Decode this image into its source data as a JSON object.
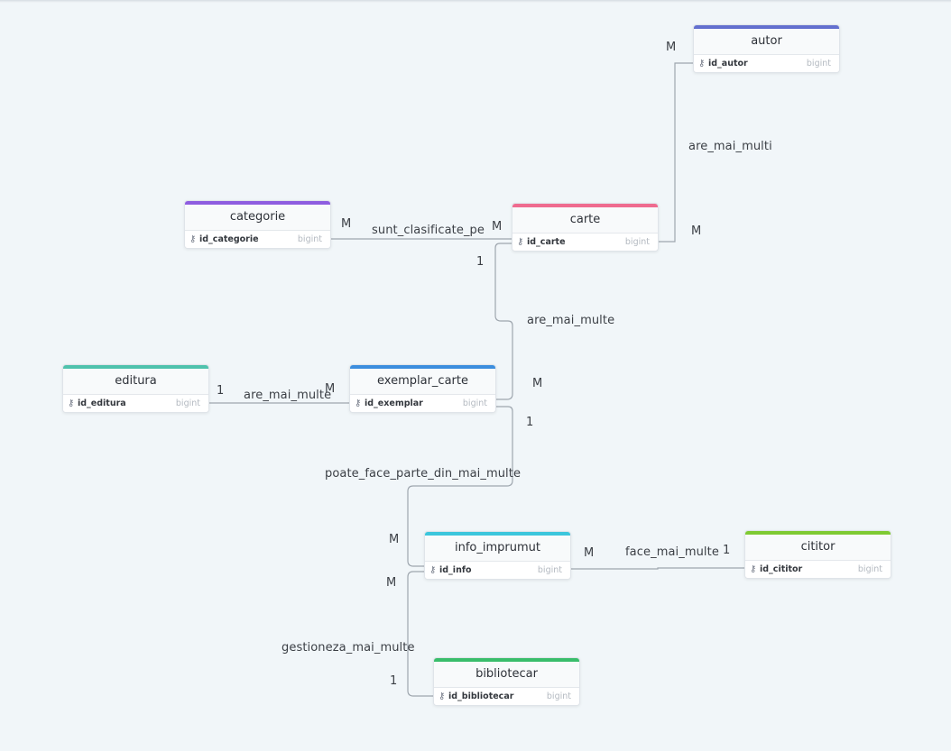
{
  "tables": {
    "autor": {
      "name": "autor",
      "color": "#6370cf",
      "field": "id_autor",
      "type": "bigint"
    },
    "categorie": {
      "name": "categorie",
      "color": "#8e5de0",
      "field": "id_categorie",
      "type": "bigint"
    },
    "carte": {
      "name": "carte",
      "color": "#ef6b8f",
      "field": "id_carte",
      "type": "bigint"
    },
    "editura": {
      "name": "editura",
      "color": "#4fc2ad",
      "field": "id_editura",
      "type": "bigint"
    },
    "exemplar_carte": {
      "name": "exemplar_carte",
      "color": "#3c8ede",
      "field": "id_exemplar",
      "type": "bigint"
    },
    "info_imprumut": {
      "name": "info_imprumut",
      "color": "#3cc6dc",
      "field": "id_info",
      "type": "bigint"
    },
    "cititor": {
      "name": "cititor",
      "color": "#7fca33",
      "field": "id_cititor",
      "type": "bigint"
    },
    "bibliotecar": {
      "name": "bibliotecar",
      "color": "#39bd6b",
      "field": "id_bibliotecar",
      "type": "bigint"
    }
  },
  "relations": {
    "are_mai_multi": {
      "label": "are_mai_multi",
      "card_a": "M",
      "card_b": "M"
    },
    "sunt_clasificate_pe": {
      "label": "sunt_clasificate_pe",
      "card_a": "M",
      "card_b": "M"
    },
    "carte_exemplar": {
      "label": "are_mai_multe",
      "card_a": "1",
      "card_b": "M"
    },
    "editura_exemplar": {
      "label": "are_mai_multe",
      "card_a": "1",
      "card_b": "M"
    },
    "poate_face_parte": {
      "label": "poate_face_parte_din_mai_multe",
      "card_a": "1",
      "card_b": "M"
    },
    "face_mai_multe": {
      "label": "face_mai_multe",
      "card_a": "M",
      "card_b": "1"
    },
    "gestioneza_mai_multe": {
      "label": "gestioneza_mai_multe",
      "card_a": "M",
      "card_b": "1"
    }
  }
}
